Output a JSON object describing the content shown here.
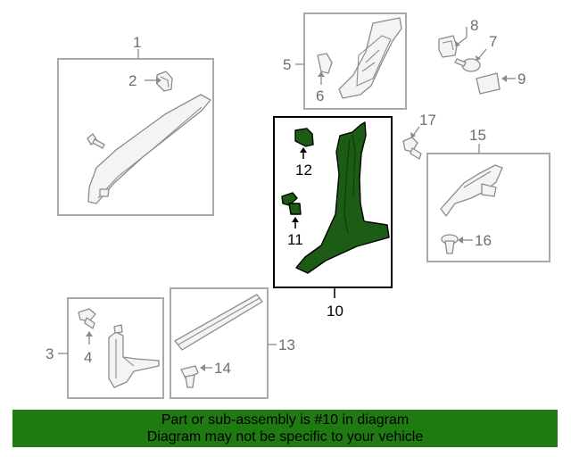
{
  "diagram": {
    "highlighted_part": "10",
    "callouts": {
      "c1": "1",
      "c2": "2",
      "c3": "3",
      "c4": "4",
      "c5": "5",
      "c6": "6",
      "c7": "7",
      "c8": "8",
      "c9": "9",
      "c10": "10",
      "c11": "11",
      "c12": "12",
      "c13": "13",
      "c14": "14",
      "c15": "15",
      "c16": "16",
      "c17": "17"
    },
    "colors": {
      "highlight_part": "#1d5c14",
      "banner": "#1f7a12",
      "box_border": "#a9a9a9"
    }
  },
  "banner": {
    "line1": "Part or sub-assembly is #10 in diagram",
    "line2": "Diagram may not be specific to your vehicle"
  }
}
